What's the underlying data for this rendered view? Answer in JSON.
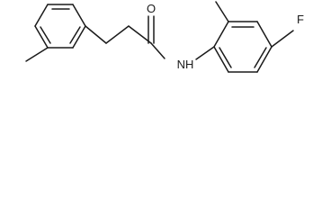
{
  "molecule": {
    "atoms": {
      "oxygen": "O",
      "nitrogen_hydrogen": "NH",
      "fluorine": "F"
    }
  },
  "colors": {
    "bond": "#1a1a1a",
    "background": "#ffffff"
  }
}
